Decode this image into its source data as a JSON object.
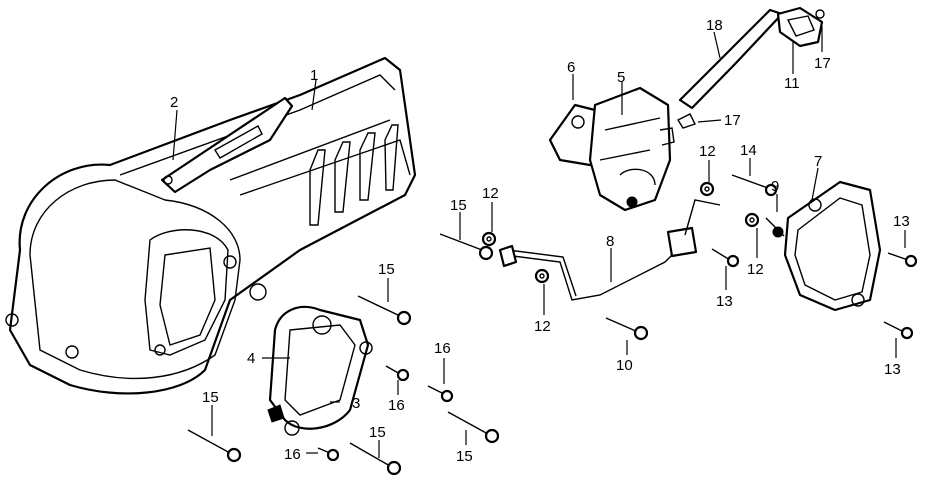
{
  "callouts": [
    {
      "id": "c1",
      "text": "1"
    },
    {
      "id": "c2",
      "text": "2"
    },
    {
      "id": "c3",
      "text": "3"
    },
    {
      "id": "c4",
      "text": "4"
    },
    {
      "id": "c5",
      "text": "5"
    },
    {
      "id": "c6",
      "text": "6"
    },
    {
      "id": "c7",
      "text": "7"
    },
    {
      "id": "c8",
      "text": "8"
    },
    {
      "id": "c9",
      "text": "9"
    },
    {
      "id": "c10",
      "text": "10"
    },
    {
      "id": "c11",
      "text": "11"
    },
    {
      "id": "c12a",
      "text": "12"
    },
    {
      "id": "c12b",
      "text": "12"
    },
    {
      "id": "c12c",
      "text": "12"
    },
    {
      "id": "c12d",
      "text": "12"
    },
    {
      "id": "c13a",
      "text": "13"
    },
    {
      "id": "c13b",
      "text": "13"
    },
    {
      "id": "c13c",
      "text": "13"
    },
    {
      "id": "c14",
      "text": "14"
    },
    {
      "id": "c15a",
      "text": "15"
    },
    {
      "id": "c15b",
      "text": "15"
    },
    {
      "id": "c15c",
      "text": "15"
    },
    {
      "id": "c15d",
      "text": "15"
    },
    {
      "id": "c15e",
      "text": "15"
    },
    {
      "id": "c16a",
      "text": "16"
    },
    {
      "id": "c16b",
      "text": "16"
    },
    {
      "id": "c16c",
      "text": "16"
    },
    {
      "id": "c17a",
      "text": "17"
    },
    {
      "id": "c17b",
      "text": "17"
    },
    {
      "id": "c18",
      "text": "18"
    }
  ]
}
